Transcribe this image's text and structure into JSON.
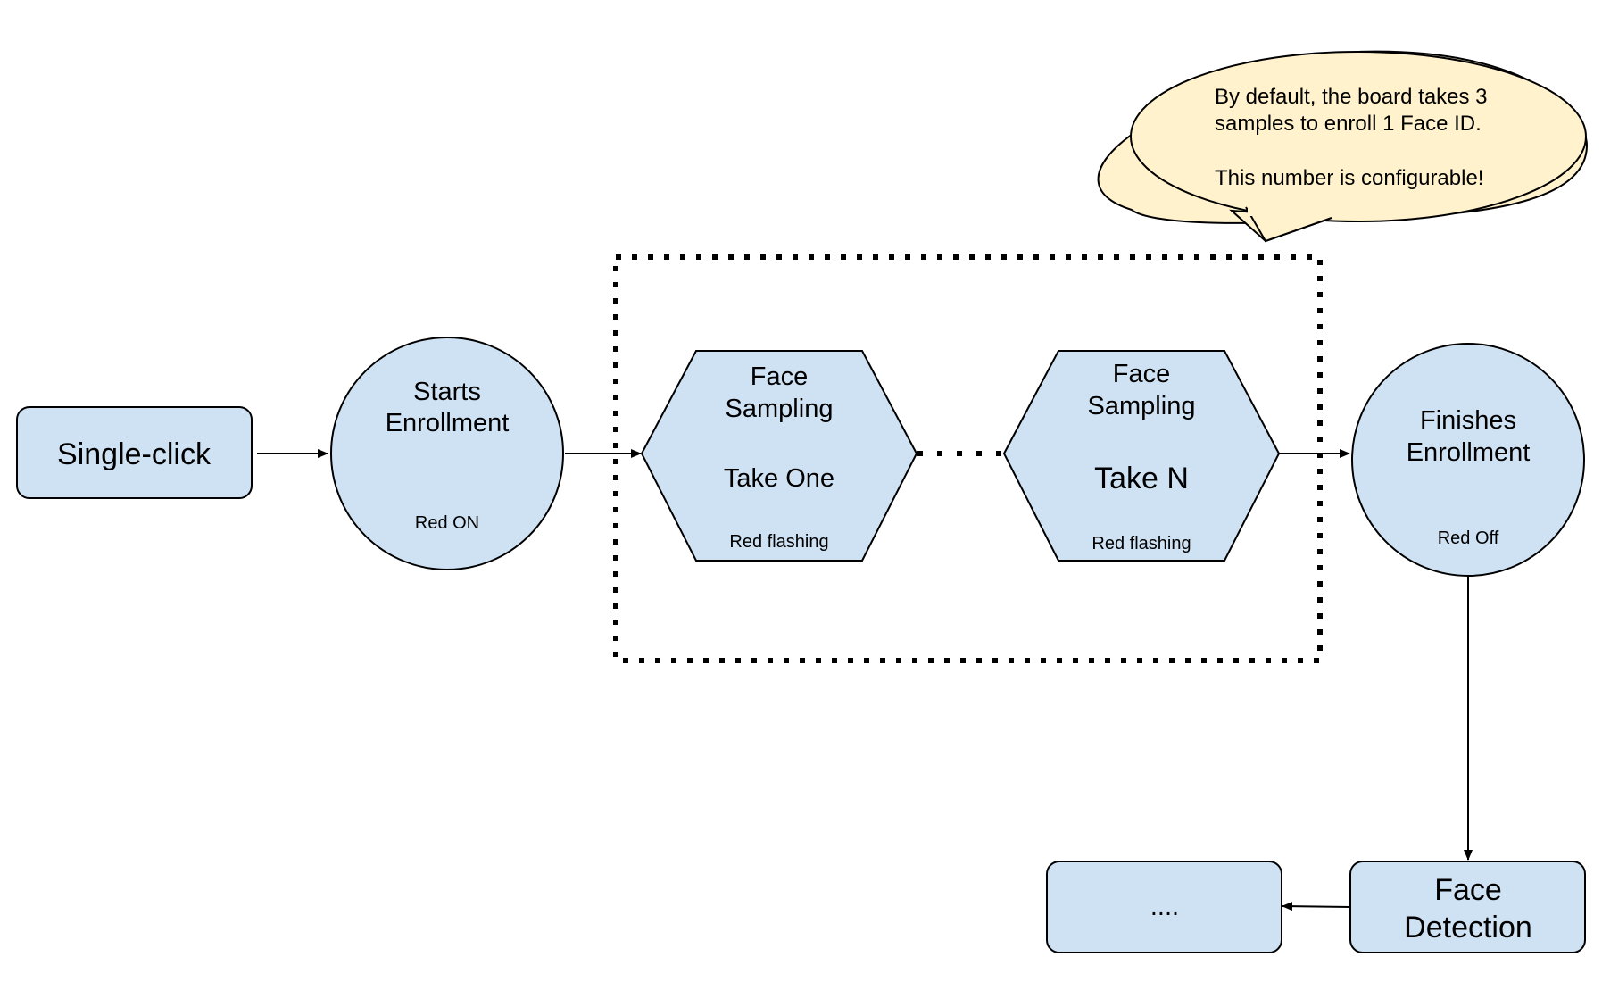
{
  "nodes": {
    "single_click": {
      "label": "Single-click"
    },
    "starts_enrollment": {
      "title_line1": "Starts",
      "title_line2": "Enrollment",
      "status": "Red ON"
    },
    "sampling_one": {
      "title_line1": "Face",
      "title_line2": "Sampling",
      "take": "Take One",
      "status": "Red flashing"
    },
    "sampling_n": {
      "title_line1": "Face",
      "title_line2": "Sampling",
      "take": "Take N",
      "status": "Red flashing"
    },
    "finishes_enrollment": {
      "title_line1": "Finishes",
      "title_line2": "Enrollment",
      "status": "Red Off"
    },
    "face_detection": {
      "title_line1": "Face",
      "title_line2": "Detection"
    },
    "ellipsis_box": {
      "label": "...."
    }
  },
  "callout": {
    "line1": "By default, the board takes 3",
    "line2": "samples to enroll 1 Face ID.",
    "line3": "This number is configurable!"
  },
  "colors": {
    "node_fill": "#cfe2f3",
    "callout_fill": "#fff2cc",
    "stroke": "#000000"
  }
}
